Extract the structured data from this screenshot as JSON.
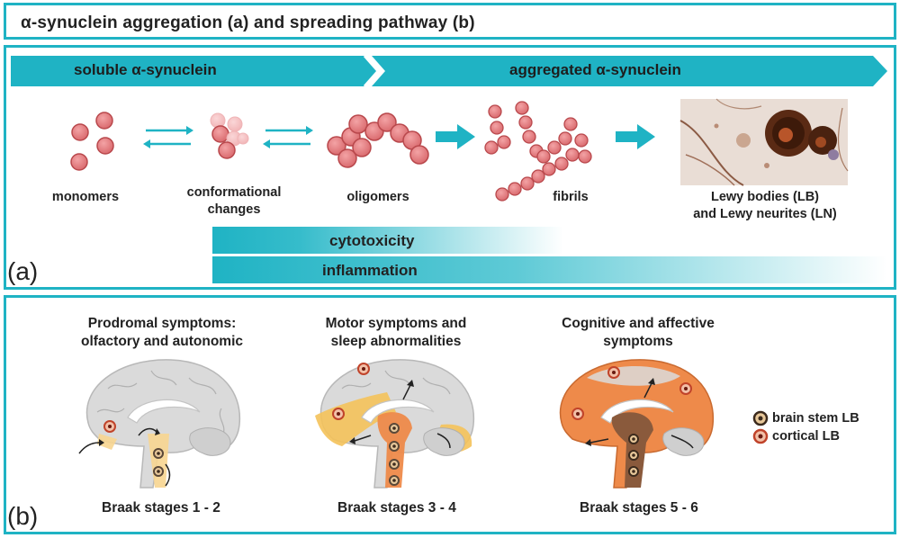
{
  "title": "α-synuclein aggregation (a) and spreading pathway (b)",
  "panel_a": {
    "letter": "(a)",
    "banner": {
      "left": "soluble α-synuclein",
      "right": "aggregated  α-synuclein"
    },
    "steps": {
      "monomers": "monomers",
      "conformational_1": "conformational",
      "conformational_2": "changes",
      "oligomers": "oligomers",
      "fibrils": "fibrils",
      "lewy_1": "Lewy bodies (LB)",
      "lewy_2": "and Lewy neurites (LN)"
    },
    "bars": {
      "cytotoxicity": "cytotoxicity",
      "inflammation": "inflammation"
    }
  },
  "panel_b": {
    "letter": "(b)",
    "columns": [
      {
        "heading_1": "Prodromal symptoms:",
        "heading_2": "olfactory and autonomic",
        "stage": "Braak stages 1 - 2"
      },
      {
        "heading_1": "Motor symptoms and",
        "heading_2": "sleep abnormalities",
        "stage": "Braak stages 3 - 4"
      },
      {
        "heading_1": "Cognitive and affective",
        "heading_2": "symptoms",
        "stage": "Braak stages 5 - 6"
      }
    ],
    "legend": {
      "brain_stem": "brain stem LB",
      "cortical": "cortical LB"
    }
  },
  "colors": {
    "accent": "#1fb3c4",
    "protein": "#e07a7c",
    "brain": "#dadada",
    "stage_yellow": "#f4c25a",
    "stage_orange": "#ee8a4a",
    "stage_brown": "#8a5a3c"
  }
}
